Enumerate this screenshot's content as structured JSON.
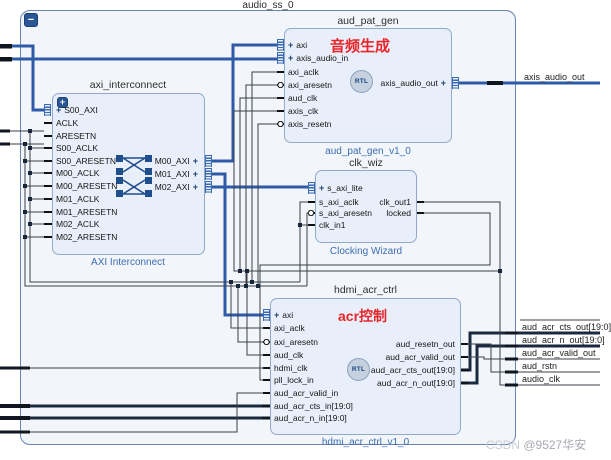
{
  "title": "audio_ss_0",
  "minus_glyph": "−",
  "plus_glyph": "+",
  "colors": {
    "interface_wire": "#2d5ba8",
    "scalar_wire": "#3a3f47",
    "bus_wire": "#1b2940",
    "annotation_red": "#e8262a",
    "block_type_label": "#3c6db0",
    "block_fill": "#e9effa",
    "hierarchy_fill": "#f2f6fb"
  },
  "blocks": {
    "axi_interconnect": {
      "title": "axi_interconnect",
      "type_label": "AXI Interconnect",
      "left_ports": [
        "S00_AXI",
        "ACLK",
        "ARESETN",
        "S00_ACLK",
        "S00_ARESETN",
        "M00_ACLK",
        "M00_ARESETN",
        "M01_ACLK",
        "M01_ARESETN",
        "M02_ACLK",
        "M02_ARESETN"
      ],
      "right_ports": [
        "M00_AXI",
        "M01_AXI",
        "M02_AXI"
      ]
    },
    "aud_pat_gen": {
      "title": "aud_pat_gen",
      "type_label": "aud_pat_gen_v1_0",
      "annotation": "音频生成",
      "badge": "RTL",
      "left_ports": [
        "axi",
        "axis_audio_in",
        "axi_aclk",
        "axi_aresetn",
        "aud_clk",
        "axis_clk",
        "axis_resetn"
      ],
      "right_ports": [
        "axis_audio_out"
      ]
    },
    "clk_wiz": {
      "title": "clk_wiz",
      "type_label": "Clocking Wizard",
      "left_ports": [
        "s_axi_lite",
        "s_axi_aclk",
        "s_axi_aresetn",
        "clk_in1"
      ],
      "right_ports": [
        "clk_out1",
        "locked"
      ]
    },
    "hdmi_acr_ctrl": {
      "title": "hdmi_acr_ctrl",
      "type_label": "hdmi_acr_ctrl_v1_0",
      "annotation": "acr控制",
      "badge": "RTL",
      "left_ports": [
        "axi",
        "axi_aclk",
        "axi_aresetn",
        "aud_clk",
        "hdmi_clk",
        "pll_lock_in",
        "aud_acr_valid_in",
        "aud_acr_cts_in[19:0]",
        "aud_acr_n_in[19:0]"
      ],
      "right_ports": [
        "aud_resetn_out",
        "aud_acr_valid_out",
        "aud_acr_cts_out[19:0]",
        "aud_acr_n_out[19:0]"
      ]
    }
  },
  "external_ports": [
    "axis_audio_out",
    "aud_acr_cts_out[19:0]",
    "aud_acr_n_out[19:0]",
    "aud_acr_valid_out",
    "aud_rstn",
    "audio_clk"
  ],
  "watermark": {
    "brand": "CSDN",
    "handle": " @9527华安"
  }
}
